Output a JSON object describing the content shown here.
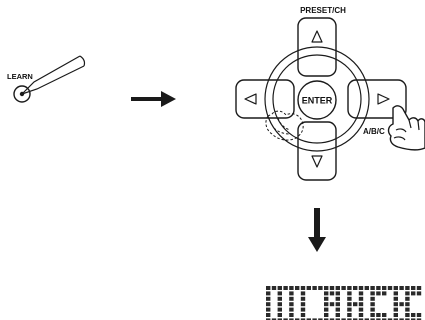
{
  "learn_button": {
    "label": "LEARN"
  },
  "dpad": {
    "preset_label": "PRESET/CH",
    "enter_label": "ENTER",
    "abc_label": "A/B/C"
  },
  "display": {
    "pixel_pattern": [
      "###########################",
      "#.#.#.#...###.#.#.###.#.###",
      "#.#.#.#...#.#.#.#.#...#.#..",
      "#.#.#.#...###.###.#...###..",
      "#.#.#.#...#.#.#.#.#...#.#..",
      "#.#.#.#...#.#.#.#.###.#.###",
      "###########################"
    ]
  }
}
